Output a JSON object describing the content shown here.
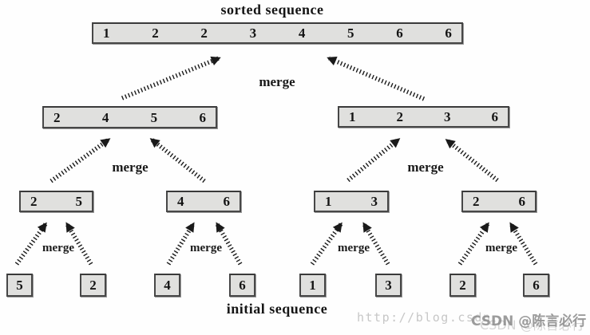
{
  "figure": {
    "title": "sorted sequence",
    "footer": "initial sequence",
    "merge_label": "merge"
  },
  "tree": {
    "sorted": [
      "1",
      "2",
      "2",
      "3",
      "4",
      "5",
      "6",
      "6"
    ],
    "runs": [
      [
        "2",
        "4",
        "5",
        "6"
      ],
      [
        "1",
        "2",
        "3",
        "6"
      ]
    ],
    "pairs": [
      [
        "2",
        "5"
      ],
      [
        "4",
        "6"
      ],
      [
        "1",
        "3"
      ],
      [
        "2",
        "6"
      ]
    ],
    "initial": [
      "5",
      "2",
      "4",
      "6",
      "1",
      "3",
      "2",
      "6"
    ]
  },
  "watermark": {
    "url_text": "http://blog.csdn",
    "handle_text": "CSDN @陈言必行"
  },
  "colors": {
    "box_fill": "#e0e0de",
    "box_border": "#474747",
    "arrow": "#1a1a1a",
    "watermark_url": "#c7c7c7",
    "watermark_handle": "#8b8b8b"
  }
}
